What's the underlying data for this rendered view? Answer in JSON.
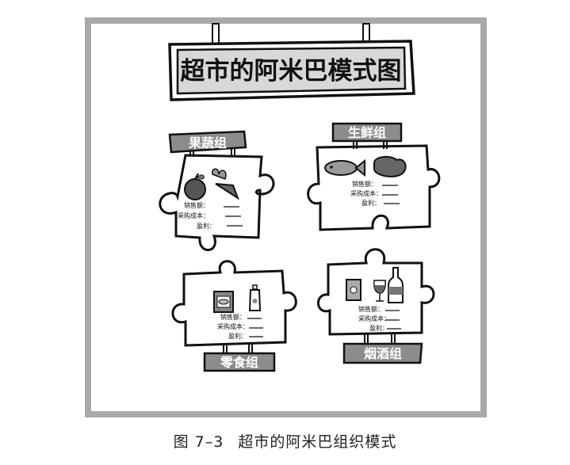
{
  "figure": {
    "title_sign": "超市的阿米巴模式图",
    "caption_number": "图 7–3",
    "caption_text": "超市的阿米巴组织模式",
    "frame_color": "#a9a9a9",
    "sign_fill": "#d8d8d8",
    "tag_fill": "#8c8c8c"
  },
  "groups": [
    {
      "name": "果蔬组",
      "icons": [
        "apple-icon",
        "carrot-icon"
      ],
      "fields": [
        {
          "label": "销售额：",
          "value": "____"
        },
        {
          "label": "采购成本：",
          "value": "____"
        },
        {
          "label": "盈利：",
          "value": "____"
        }
      ]
    },
    {
      "name": "生鲜组",
      "icons": [
        "fish-icon",
        "meat-icon"
      ],
      "fields": [
        {
          "label": "销售额：",
          "value": "____"
        },
        {
          "label": "采购成本：",
          "value": "____"
        },
        {
          "label": "盈利：",
          "value": "____"
        }
      ]
    },
    {
      "name": "零食组",
      "icons": [
        "snack-box-icon",
        "drink-bottle-icon"
      ],
      "fields": [
        {
          "label": "销售额：",
          "value": "____"
        },
        {
          "label": "采购成本：",
          "value": "____"
        },
        {
          "label": "盈利：",
          "value": "____"
        }
      ]
    },
    {
      "name": "烟酒组",
      "icons": [
        "cigarette-pack-icon",
        "wine-glass-icon",
        "wine-bottle-icon"
      ],
      "fields": [
        {
          "label": "销售额：",
          "value": "____"
        },
        {
          "label": "采购成本：",
          "value": "____"
        },
        {
          "label": "盈利：",
          "value": "____"
        }
      ]
    }
  ]
}
